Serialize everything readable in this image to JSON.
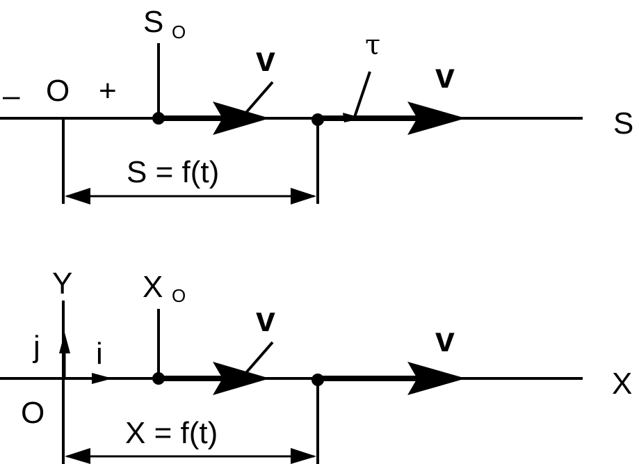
{
  "top": {
    "minus": "–",
    "origin": "O",
    "plus": "+",
    "start_label": "S",
    "start_sub": "O",
    "velocity_1": "v",
    "velocity_2": "v",
    "tangent": "τ",
    "axis": "S",
    "distance": "S = f(t)"
  },
  "bottom": {
    "y_axis": "Y",
    "j_vector": "j",
    "i_vector": "i",
    "origin": "O",
    "start_label": "X",
    "start_sub": "O",
    "velocity_1": "v",
    "velocity_2": "v",
    "axis": "X",
    "distance": "X = f(t)"
  }
}
